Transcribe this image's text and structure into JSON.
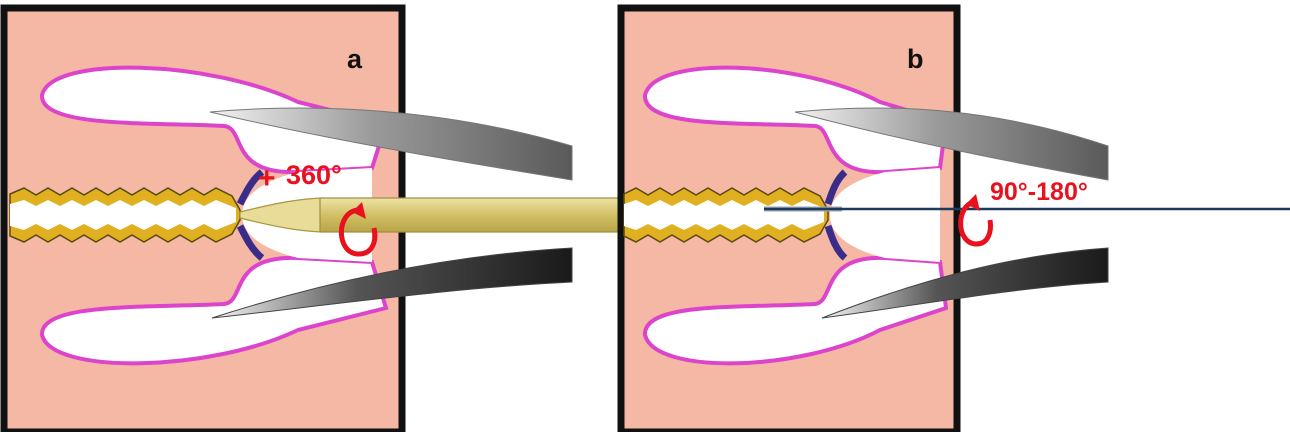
{
  "panels": [
    {
      "label": "a",
      "rotation": "360°"
    },
    {
      "label": "b",
      "rotation": "90°-180°"
    }
  ],
  "colors": {
    "tissue": "#f4b8a4",
    "outline": "#111111",
    "membrane": "#dd44cc",
    "apex": "#3a2d8a",
    "canal": "#e0b020",
    "instrument": "#d8c870",
    "file_line": "#1d3a5c",
    "arrow": "#e8121e"
  }
}
